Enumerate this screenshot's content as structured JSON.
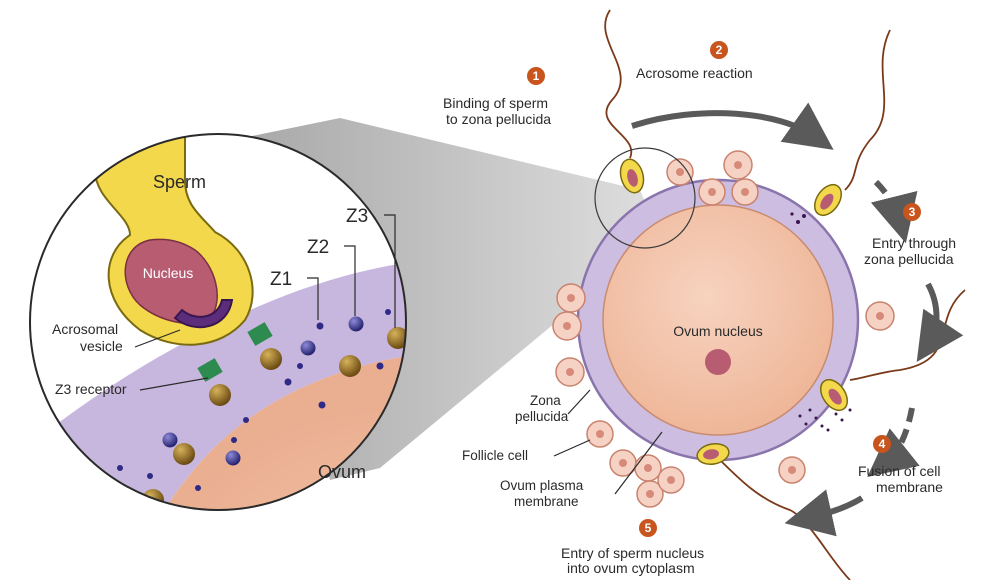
{
  "inset": {
    "sperm_label": "Sperm",
    "nucleus_label": "Nucleus",
    "acrosomal_vesicle_label": "Acrosomal vesicle",
    "acrosomal_vesicle_lines": [
      "Acrosomal",
      "vesicle"
    ],
    "z3_receptor_label": "Z3 receptor",
    "z1_label": "Z1",
    "z2_label": "Z2",
    "z3_label": "Z3",
    "ovum_label": "Ovum"
  },
  "main": {
    "ovum_nucleus_label": "Ovum nucleus",
    "zona_pellucida_lines": [
      "Zona",
      "pellucida"
    ],
    "follicle_cell_label": "Follicle cell",
    "ovum_plasma_membrane_lines": [
      "Ovum plasma",
      "membrane"
    ]
  },
  "steps": [
    {
      "number": "1",
      "lines": [
        "Binding of sperm",
        "to zona pellucida"
      ]
    },
    {
      "number": "2",
      "lines": [
        "Acrosome reaction"
      ]
    },
    {
      "number": "3",
      "lines": [
        "Entry through",
        "zona pellucida"
      ]
    },
    {
      "number": "4",
      "lines": [
        "Fusion of cell",
        "membrane"
      ]
    },
    {
      "number": "5",
      "lines": [
        "Entry of sperm nucleus",
        "into ovum cytoplasm"
      ]
    }
  ],
  "colors": {
    "step_badge": "#c8541e",
    "zona": "#cbbbdf",
    "ovum": "#f2c2a8",
    "sperm_head": "#f2d84a",
    "nucleus": "#b85c72",
    "acrosome": "#5c2d7a",
    "receptor": "#2e8b50",
    "arrow": "#5a5a5a"
  }
}
